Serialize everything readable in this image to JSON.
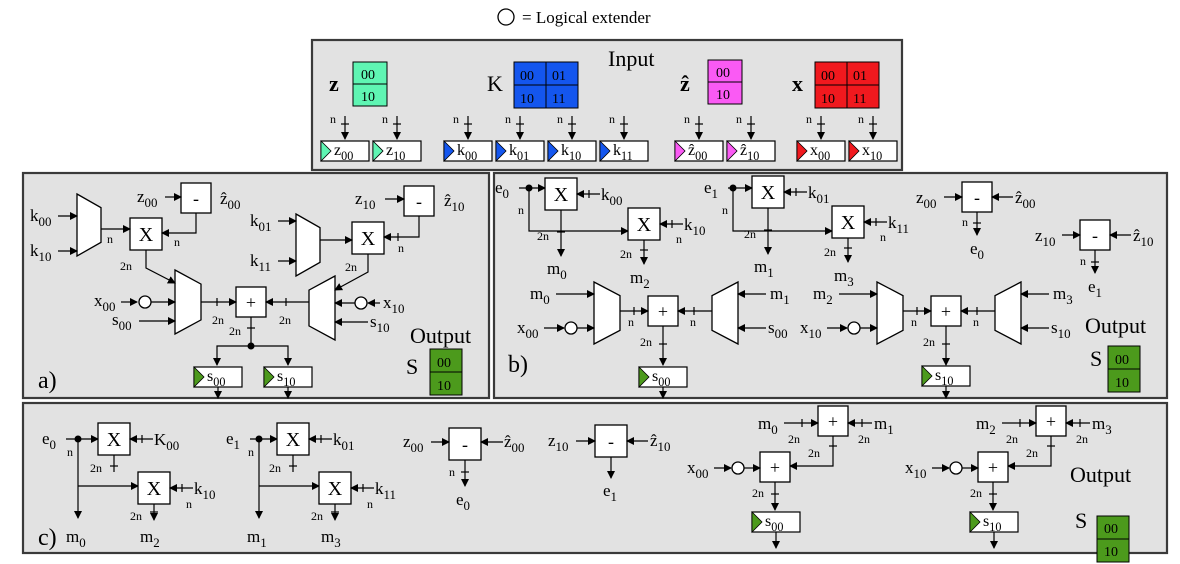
{
  "legend": {
    "circle_meaning": "= Logical extender"
  },
  "colors": {
    "panel_fill": "#e2e2e2",
    "panel_stroke": "#3a3a3a",
    "z": "#5ff5b3",
    "K": "#1456ee",
    "zhat": "#fa5af4",
    "x": "#f0191e",
    "out": "#4c9a1c"
  },
  "input": {
    "title": "Input",
    "z": {
      "label": "z",
      "cells": [
        "00",
        "10"
      ]
    },
    "K": {
      "label": "K",
      "cells": [
        "00",
        "01",
        "10",
        "11"
      ]
    },
    "zhat": {
      "label": "ẑ",
      "cells": [
        "00",
        "10"
      ]
    },
    "x": {
      "label": "x",
      "cells": [
        "00",
        "01",
        "10",
        "11"
      ]
    },
    "width_label": "n",
    "registers": {
      "z": [
        [
          "z",
          "00"
        ],
        [
          "z",
          "10"
        ]
      ],
      "k": [
        [
          "k",
          "00"
        ],
        [
          "k",
          "01"
        ],
        [
          "k",
          "10"
        ],
        [
          "k",
          "11"
        ]
      ],
      "zhat": [
        [
          "ẑ",
          "00"
        ],
        [
          "ẑ",
          "10"
        ]
      ],
      "x": [
        [
          "x",
          "00"
        ],
        [
          "x",
          "10"
        ]
      ]
    }
  },
  "panels": {
    "a": "a)",
    "b": "b)",
    "c": "c)"
  },
  "output": {
    "title": "Output",
    "label": "S",
    "cells": [
      "00",
      "10"
    ],
    "registers": [
      [
        "s",
        "00"
      ],
      [
        "s",
        "10"
      ]
    ]
  },
  "ops": {
    "mul": "X",
    "add": "+",
    "sub": "-"
  },
  "widths": {
    "n": "n",
    "two_n": "2n"
  }
}
